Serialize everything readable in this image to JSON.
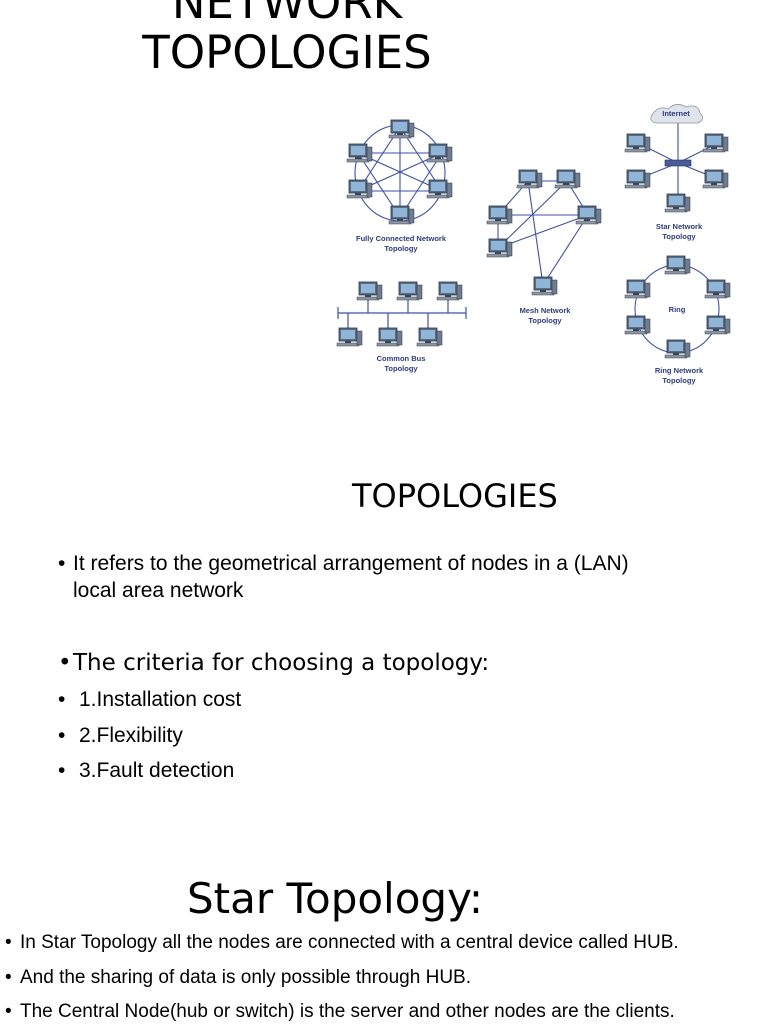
{
  "header": {
    "title_line1": "NETWORK",
    "title_line2": "TOPOLOGIES"
  },
  "diagram": {
    "labels": {
      "internet": "Internet",
      "fully_connected_1": "Fully Connected Network",
      "fully_connected_2": "Topology",
      "mesh_1": "Mesh Network",
      "mesh_2": "Topology",
      "star_1": "Star Network",
      "star_2": "Topology",
      "bus_1": "Common Bus",
      "bus_2": "Topology",
      "ring_center": "Ring",
      "ring_1": "Ring Network",
      "ring_2": "Topology"
    },
    "colors": {
      "line": "#3a4fc2",
      "monitor": "#5a6e86",
      "screen": "#8fb5d8",
      "label": "#2a3a8c"
    }
  },
  "topologies_section": {
    "heading": "TOPOLOGIES",
    "definition_line1": "It refers to the geometrical arrangement of nodes in a (LAN)",
    "definition_line2": "local area network",
    "criteria_heading": "The criteria for choosing a topology:",
    "criteria": [
      "1.Installation cost",
      "2.Flexibility",
      "3.Fault detection"
    ]
  },
  "star_section": {
    "heading": "Star Topology:",
    "points": [
      "In Star Topology all the nodes are connected with a central device called HUB.",
      "And the sharing of data is only possible through HUB.",
      "The Central Node(hub or switch) is the server and other nodes are the clients."
    ]
  },
  "bullet_symbol": "•"
}
